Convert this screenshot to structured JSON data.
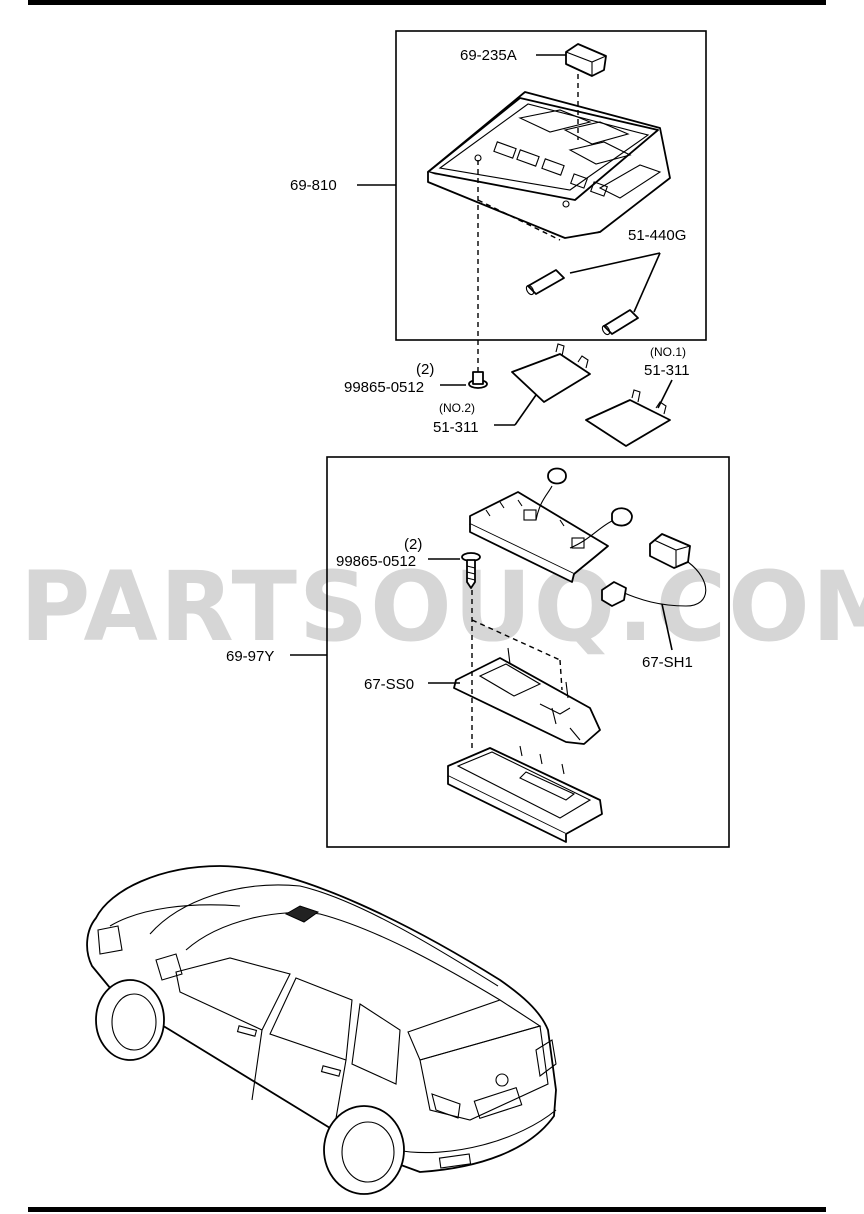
{
  "watermark": "PARTSOUQ.COM",
  "labels": {
    "bulb_holder": "69-235A",
    "console": "69-810",
    "bulb": "51-440G",
    "screw_qty_top": "(2)",
    "screw_top": "99865-0512",
    "lens_no2_tag": "(NO.2)",
    "lens_no2": "51-311",
    "lens_no1_tag": "(NO.1)",
    "lens_no1": "51-311",
    "screw_qty_bottom": "(2)",
    "screw_bottom": "99865-0512",
    "lamp_assy": "69-97Y",
    "bracket": "67-SS0",
    "harness": "67-SH1"
  },
  "colors": {
    "line": "#000000",
    "watermark": "#d6d6d6"
  }
}
